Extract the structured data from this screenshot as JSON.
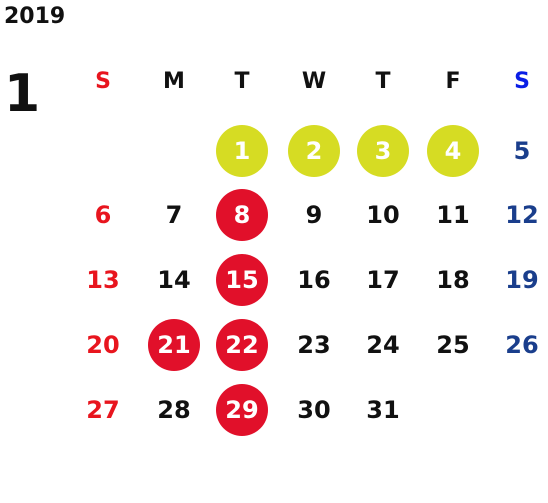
{
  "year": "2019",
  "month": "1",
  "weekdays": [
    "S",
    "M",
    "T",
    "W",
    "T",
    "F",
    "S"
  ],
  "weeks": [
    [
      null,
      null,
      "1",
      "2",
      "3",
      "4",
      "5"
    ],
    [
      "6",
      "7",
      "8",
      "9",
      "10",
      "11",
      "12"
    ],
    [
      "13",
      "14",
      "15",
      "16",
      "17",
      "18",
      "19"
    ],
    [
      "20",
      "21",
      "22",
      "23",
      "24",
      "25",
      "26"
    ],
    [
      "27",
      "28",
      "29",
      "30",
      "31",
      null,
      null
    ]
  ],
  "highlights": {
    "1": "yellow",
    "2": "yellow",
    "3": "yellow",
    "4": "yellow",
    "8": "red",
    "15": "red",
    "21": "red",
    "22": "red",
    "29": "red"
  },
  "colors": {
    "sunday": "#e8151e",
    "saturday": "#1a3e8c",
    "saturday_header": "#0a1ee6",
    "normal": "#111111",
    "highlight_yellow": "#d6dc23",
    "highlight_red": "#e1102a"
  }
}
